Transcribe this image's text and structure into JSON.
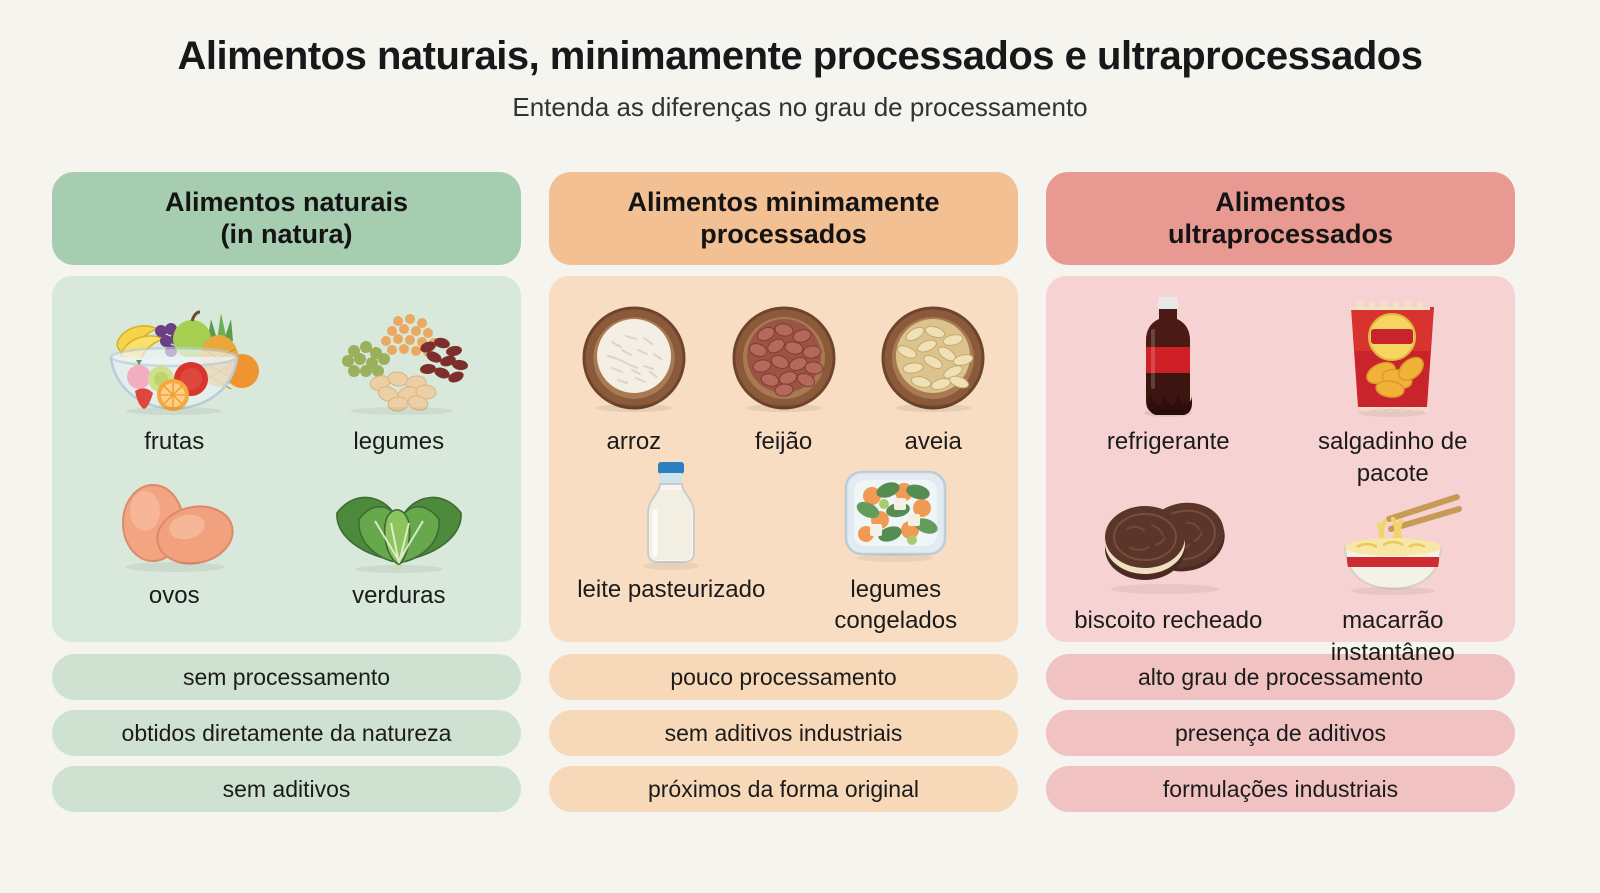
{
  "header": {
    "title": "Alimentos naturais, minimamente processados e ultraprocessados",
    "subtitle": "Entenda as diferenças no grau de processamento"
  },
  "colors": {
    "background": "#f5f4ee",
    "natural_header": "#a7cdb0",
    "natural_body": "#d8e8da",
    "natural_pill": "#cfe2d2",
    "minimal_header": "#f2c093",
    "minimal_body": "#f9ddc2",
    "minimal_pill": "#f7d8b8",
    "ultra_header": "#e89a92",
    "ultra_body": "#f6d3d2",
    "ultra_pill": "#f0c3c2"
  },
  "columns": [
    {
      "id": "naturais",
      "header": "Alimentos naturais (in natura)",
      "header_line1": "Alimentos naturais",
      "header_line2": "(in natura)",
      "rows": [
        [
          {
            "label": "frutas",
            "icon": "fruit-bowl-icon"
          },
          {
            "label": "legumes",
            "icon": "legumes-pile-icon"
          }
        ],
        [
          {
            "label": "ovos",
            "icon": "eggs-icon"
          },
          {
            "label": "verduras",
            "icon": "leafy-greens-icon"
          }
        ]
      ],
      "pills": [
        "sem processamento",
        "obtidos diretamente da natureza",
        "sem aditivos"
      ]
    },
    {
      "id": "minimamente-processados",
      "header": "Alimentos minimamente processados",
      "header_line1": "Alimentos minimamente",
      "header_line2": "processados",
      "rows": [
        [
          {
            "label": "arroz",
            "icon": "rice-bowl-icon"
          },
          {
            "label": "feijão",
            "icon": "beans-bowl-icon"
          },
          {
            "label": "aveia",
            "icon": "oats-bowl-icon"
          }
        ],
        [
          {
            "label": "leite pasteurizado",
            "icon": "milk-bottle-icon"
          },
          {
            "label": "legumes congelados",
            "icon": "frozen-vegetables-icon"
          }
        ]
      ],
      "pills": [
        "pouco processamento",
        "sem aditivos industriais",
        "próximos da forma original"
      ]
    },
    {
      "id": "ultraprocessados",
      "header": "Alimentos ultraprocessados",
      "header_line1": "Alimentos",
      "header_line2": "ultraprocessados",
      "rows": [
        [
          {
            "label": "refrigerante",
            "icon": "soda-bottle-icon"
          },
          {
            "label": "salgadinho de pacote",
            "icon": "chips-bag-icon"
          }
        ],
        [
          {
            "label": "biscoito recheado",
            "icon": "sandwich-cookies-icon"
          },
          {
            "label": "macarrão instantâneo",
            "icon": "instant-noodles-icon"
          }
        ]
      ],
      "pills": [
        "alto grau de processamento",
        "presença de aditivos",
        "formulações industriais"
      ]
    }
  ]
}
